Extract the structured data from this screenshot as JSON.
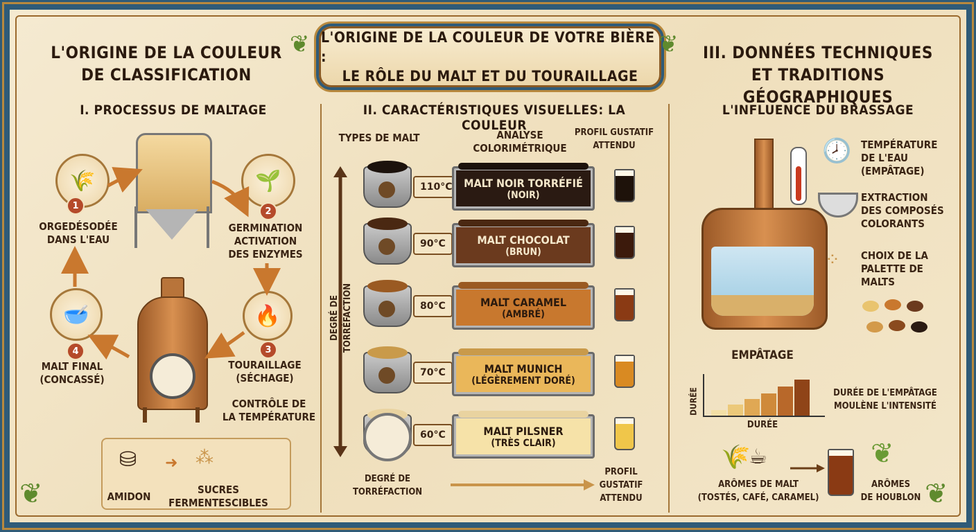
{
  "banner": {
    "line1": "L'ORIGINE DE LA COULEUR DE VOTRE BIÈRE :",
    "line2": "LE RÔLE DU MALT ET DU TOURAILLAGE"
  },
  "left": {
    "title1": "L'ORIGINE DE LA COULEUR",
    "title2": "DE CLASSIFICATION",
    "section": "I. PROCESSUS DE MALTAGE",
    "step1": {
      "num": "1",
      "line1": "ORGEDÉSODÉE",
      "line2": "DANS L'EAU"
    },
    "step2": {
      "num": "2",
      "line1": "GERMINATION",
      "line2": "ACTIVATION",
      "line3": "DES ENZYMES"
    },
    "step3": {
      "num": "3",
      "line1": "TOURAILLAGE",
      "line2": "(SÉCHAGE)"
    },
    "step4": {
      "num": "4",
      "line1": "MALT FINAL",
      "line2": "(CONCASSÉ)"
    },
    "control": {
      "line1": "CONTRÔLE DE",
      "line2": "LA TEMPÉRATURE"
    },
    "amidon": "AMIDON",
    "sucres": {
      "line1": "SUCRES",
      "line2": "FERMENTESCIBLES"
    }
  },
  "center": {
    "section": "II. CARACTÉRISTIQUES VISUELLES: LA COULEUR",
    "col1": "TYPES DE MALT",
    "col2a": "ANALYSE",
    "col2b": "COLORIMÉTRIQUE",
    "col3a": "PROFIL GUSTATIF",
    "col3b": "ATTENDU",
    "axis": "DEGRÉ DE TORRÉFACTION",
    "bottom_left1": "DEGRÉ DE",
    "bottom_left2": "TORRÉFACTION",
    "bottom_right1": "PROFIL",
    "bottom_right2": "GUSTATIF",
    "bottom_right3": "ATTENDU",
    "malts": [
      {
        "temp": "110°C",
        "name": "MALT NOIR TORRÉFIÉ",
        "color_name": "(NOIR)",
        "fill": "#2a1a12",
        "text": "#f3e6c9",
        "grain": "#1c120c",
        "beer": "#1e120a"
      },
      {
        "temp": "90°C",
        "name": "MALT CHOCOLAT",
        "color_name": "(BRUN)",
        "fill": "#6b3a1e",
        "text": "#f5e8cc",
        "grain": "#4a2812",
        "beer": "#3c1a0c"
      },
      {
        "temp": "80°C",
        "name": "MALT CARAMEL",
        "color_name": "(AMBRÉ)",
        "fill": "#c8782e",
        "text": "#2b1a0e",
        "grain": "#9a5a22",
        "beer": "#8a3a14"
      },
      {
        "temp": "70°C",
        "name": "MALT MUNICH",
        "color_name": "(LÉGÈREMENT DORÉ)",
        "fill": "#eab75a",
        "text": "#2b1a0e",
        "grain": "#c99a4a",
        "beer": "#d98a22"
      },
      {
        "temp": "60°C",
        "name": "MALT PILSNER",
        "color_name": "(TRÈS CLAIR)",
        "fill": "#f6e2a8",
        "text": "#2b1a0e",
        "grain": "#e9d3a0",
        "beer": "#f0c64a"
      }
    ]
  },
  "right": {
    "title1": "III. DONNÉES TECHNIQUES",
    "title2": "ET TRADITIONS GÉOGRAPHIQUES",
    "section": "L'INFLUENCE DU BRASSAGE",
    "item1": {
      "line1": "TEMPÉRATURE",
      "line2": "DE L'EAU",
      "line3": "(EMPÂTAGE)"
    },
    "item2": {
      "line1": "EXTRACTION",
      "line2": "DES COMPOSÉS",
      "line3": "COLORANTS"
    },
    "item3": {
      "line1": "CHOIX DE LA",
      "line2": "PALETTE DE",
      "line3": "MALTS"
    },
    "empatage": "EMPÂTAGE",
    "duree_axis": "DURÉE",
    "duree_x": "DURÉE",
    "duree_note1": "DURÉE DE L'EMPÂTAGE",
    "duree_note2": "MOULÈNE L'INTENSITÉ",
    "aromes_malt1": "ARÔMES DE MALT",
    "aromes_malt2": "(TOSTÉS, CAFÉ, CARAMEL)",
    "aromes_houblon1": "ARÔMES",
    "aromes_houblon2": "DE HOUBLON"
  }
}
